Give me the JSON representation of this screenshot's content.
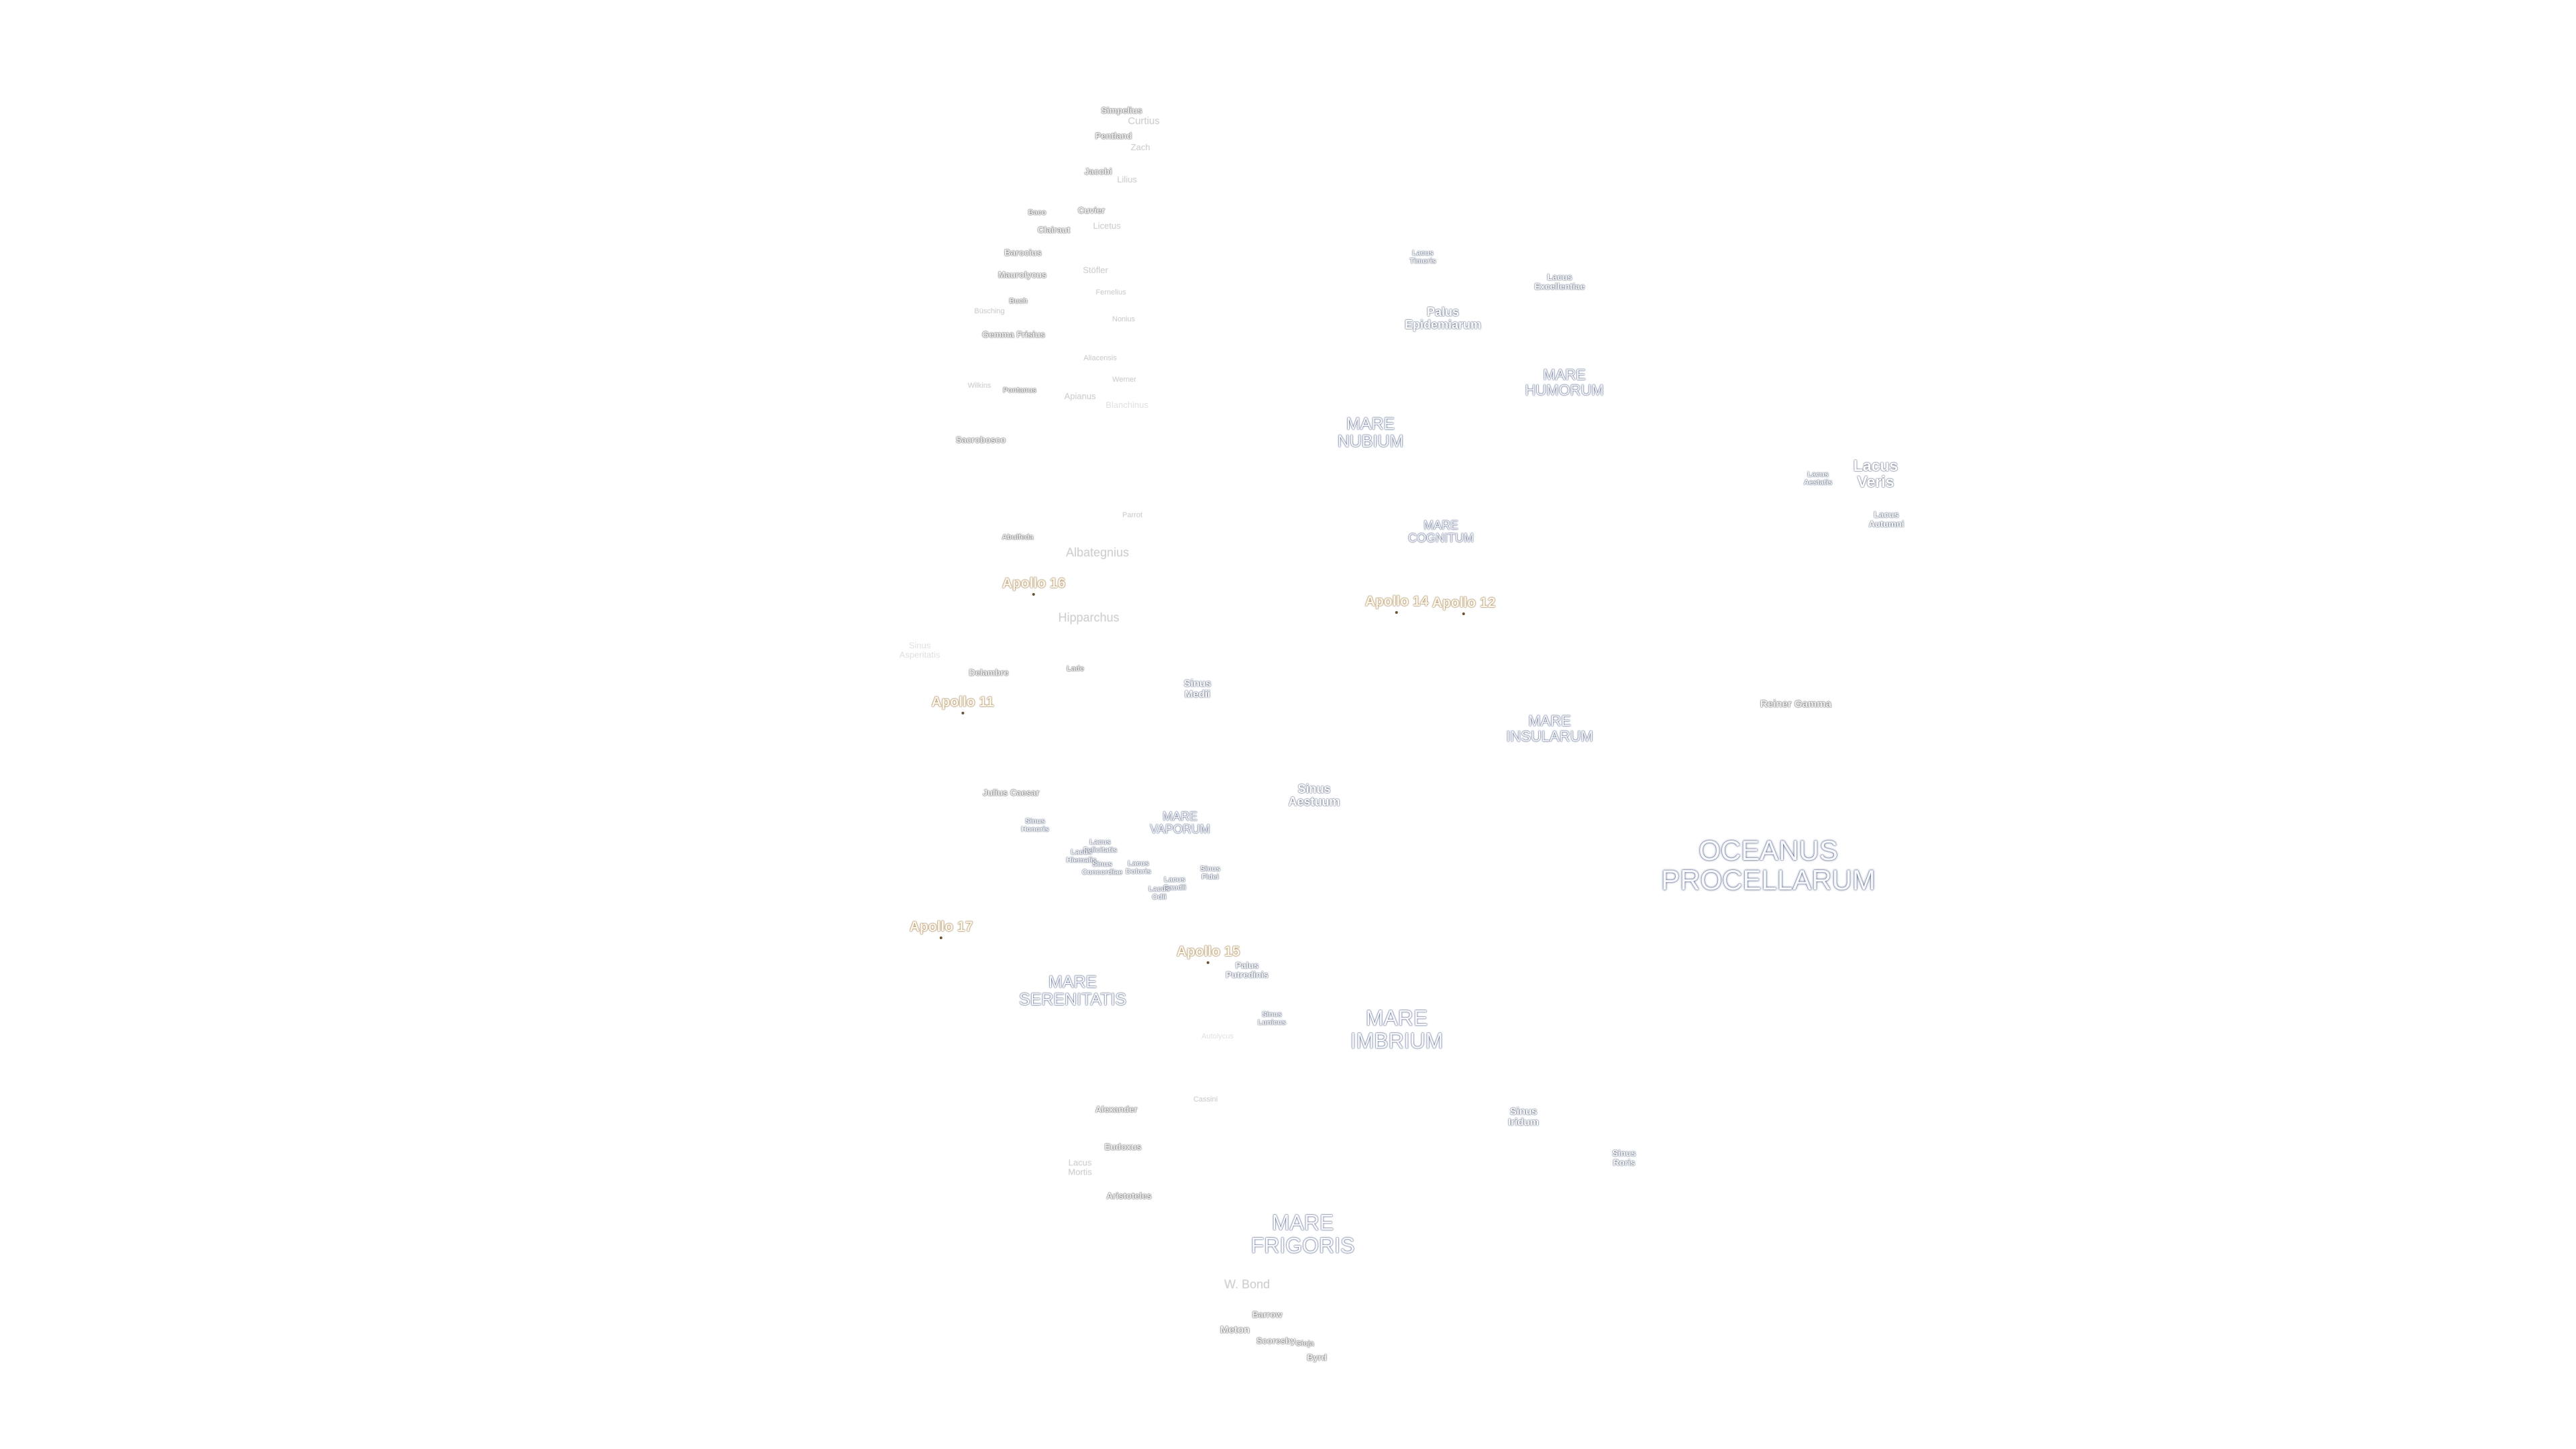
{
  "map": {
    "labels": [
      {
        "text": "Simpelius",
        "kind": "crater"
      },
      {
        "text": "Curtius",
        "kind": "faint"
      },
      {
        "text": "Pentland",
        "kind": "crater"
      },
      {
        "text": "Zach",
        "kind": "faint"
      },
      {
        "text": "Jacobi",
        "kind": "crater"
      },
      {
        "text": "Lilius",
        "kind": "faint"
      },
      {
        "text": "Baco",
        "kind": "crater"
      },
      {
        "text": "Cuvier",
        "kind": "crater"
      },
      {
        "text": "Clairaut",
        "kind": "crater"
      },
      {
        "text": "Licetus",
        "kind": "faint"
      },
      {
        "text": "Barocius",
        "kind": "crater"
      },
      {
        "text": "Maurolycus",
        "kind": "crater"
      },
      {
        "text": "Stöfler",
        "kind": "faint"
      },
      {
        "text": "Buch",
        "kind": "crater"
      },
      {
        "text": "Büsching",
        "kind": "faint"
      },
      {
        "text": "Fernelius",
        "kind": "faint"
      },
      {
        "text": "Gemma Frisius",
        "kind": "crater"
      },
      {
        "text": "Nonius",
        "kind": "faint"
      },
      {
        "text": "Aliacensis",
        "kind": "faint"
      },
      {
        "text": "Werner",
        "kind": "faint"
      },
      {
        "text": "Wilkins",
        "kind": "faint"
      },
      {
        "text": "Pontanus",
        "kind": "crater"
      },
      {
        "text": "Apianus",
        "kind": "faint"
      },
      {
        "text": "Blanchinus",
        "kind": "ghost"
      },
      {
        "text": "Sacrobosco",
        "kind": "crater"
      },
      {
        "text": "Parrot",
        "kind": "faint"
      },
      {
        "text": "Abulfeda",
        "kind": "crater"
      },
      {
        "text": "Albategnius",
        "kind": "faint"
      },
      {
        "text": "Hipparchus",
        "kind": "faint"
      },
      {
        "text": "Sinus\nAsperitatis",
        "kind": "ghost"
      },
      {
        "text": "Delambre",
        "kind": "crater"
      },
      {
        "text": "Lade",
        "kind": "crater"
      },
      {
        "text": "Sinus\nMedii",
        "kind": "lacus"
      },
      {
        "text": "Julius Caesar",
        "kind": "crater"
      },
      {
        "text": "Sinus\nHonoris",
        "kind": "lacus"
      },
      {
        "text": "Lacus\nFelicitatis",
        "kind": "lacus"
      },
      {
        "text": "Lacus\nHiemalis",
        "kind": "lacus"
      },
      {
        "text": "Sinus\nConcordiae",
        "kind": "lacus"
      },
      {
        "text": "Lacus\nDoloris",
        "kind": "lacus"
      },
      {
        "text": "Lacus\nGaudii",
        "kind": "lacus"
      },
      {
        "text": "Lacus\nOdii",
        "kind": "lacus"
      },
      {
        "text": "Sinus\nFidei",
        "kind": "lacus"
      },
      {
        "text": "Palus\nPutredinis",
        "kind": "lacus"
      },
      {
        "text": "Sinus\nLunicus",
        "kind": "lacus"
      },
      {
        "text": "Autolycus",
        "kind": "ghost"
      },
      {
        "text": "Cassini",
        "kind": "faint"
      },
      {
        "text": "Alexander",
        "kind": "crater"
      },
      {
        "text": "Eudoxus",
        "kind": "crater"
      },
      {
        "text": "Lacus\nMortis",
        "kind": "faint"
      },
      {
        "text": "Aristoteles",
        "kind": "crater"
      },
      {
        "text": "W. Bond",
        "kind": "faint"
      },
      {
        "text": "Barrow",
        "kind": "crater"
      },
      {
        "text": "Meton",
        "kind": "crater"
      },
      {
        "text": "Scoresby",
        "kind": "crater"
      },
      {
        "text": "Gioja",
        "kind": "crater"
      },
      {
        "text": "Byrd",
        "kind": "crater"
      },
      {
        "text": "Lacus\nTimoris",
        "kind": "lacus"
      },
      {
        "text": "Lacus\nExcellentiae",
        "kind": "lacus"
      },
      {
        "text": "Palus\nEpidemiarum",
        "kind": "lacus"
      },
      {
        "text": "MARE\nHUMORUM",
        "kind": "mare"
      },
      {
        "text": "MARE\nNUBIUM",
        "kind": "mare"
      },
      {
        "text": "Lacus\nAestatis",
        "kind": "lacus"
      },
      {
        "text": "Lacus\nVeris",
        "kind": "lacus"
      },
      {
        "text": "Lacus\nAutumni",
        "kind": "lacus"
      },
      {
        "text": "MARE\nCOGNITUM",
        "kind": "mare"
      },
      {
        "text": "Reiner Gamma",
        "kind": "crater"
      },
      {
        "text": "MARE\nINSULARUM",
        "kind": "mare"
      },
      {
        "text": "Sinus\nAestuum",
        "kind": "lacus"
      },
      {
        "text": "MARE\nVAPORUM",
        "kind": "mare"
      },
      {
        "text": "OCEANUS\nPROCELLARUM",
        "kind": "ocean"
      },
      {
        "text": "MARE\nSERENITATIS",
        "kind": "mare"
      },
      {
        "text": "MARE\nIMBRIUM",
        "kind": "mare"
      },
      {
        "text": "Sinus\nIridum",
        "kind": "lacus"
      },
      {
        "text": "Sinus\nRoris",
        "kind": "lacus"
      },
      {
        "text": "MARE\nFRIGORIS",
        "kind": "mare"
      },
      {
        "text": "Apollo 16",
        "kind": "apollo"
      },
      {
        "text": "Apollo 14",
        "kind": "apollo"
      },
      {
        "text": "Apollo 12",
        "kind": "apollo"
      },
      {
        "text": "Apollo 11",
        "kind": "apollo"
      },
      {
        "text": "Apollo 17",
        "kind": "apollo"
      },
      {
        "text": "Apollo 15",
        "kind": "apollo"
      }
    ]
  }
}
